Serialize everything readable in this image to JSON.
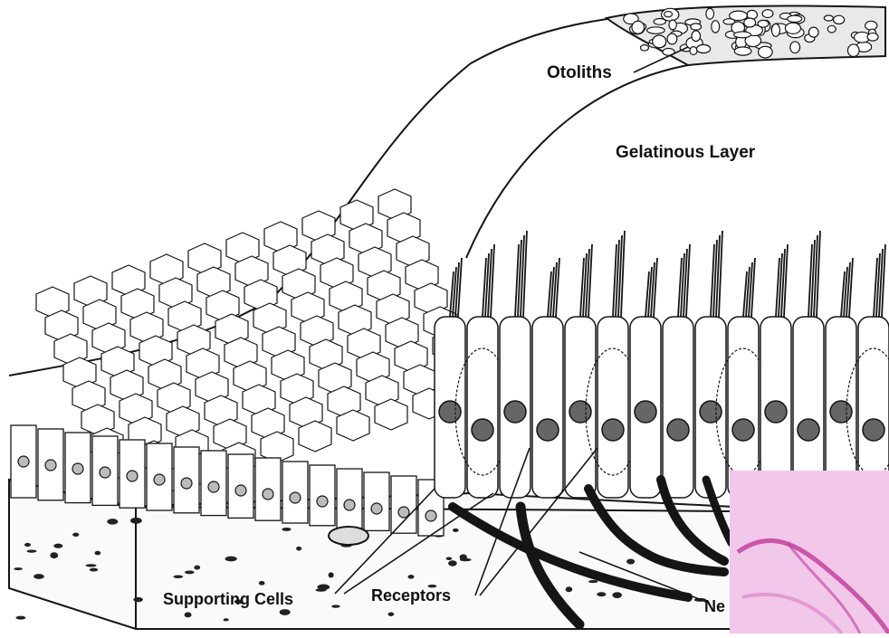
{
  "labels": {
    "otoliths": "Otoliths",
    "gelatinous_layer": "Gelatinous Layer",
    "supporting_cells": "Supporting Cells",
    "receptors": "Receptors",
    "nerve_partial": "Ne"
  },
  "colors": {
    "ink": "#151515",
    "paper": "#ffffff",
    "histology_pink": "#f2c8ea",
    "histology_stain": "#c0399a"
  }
}
